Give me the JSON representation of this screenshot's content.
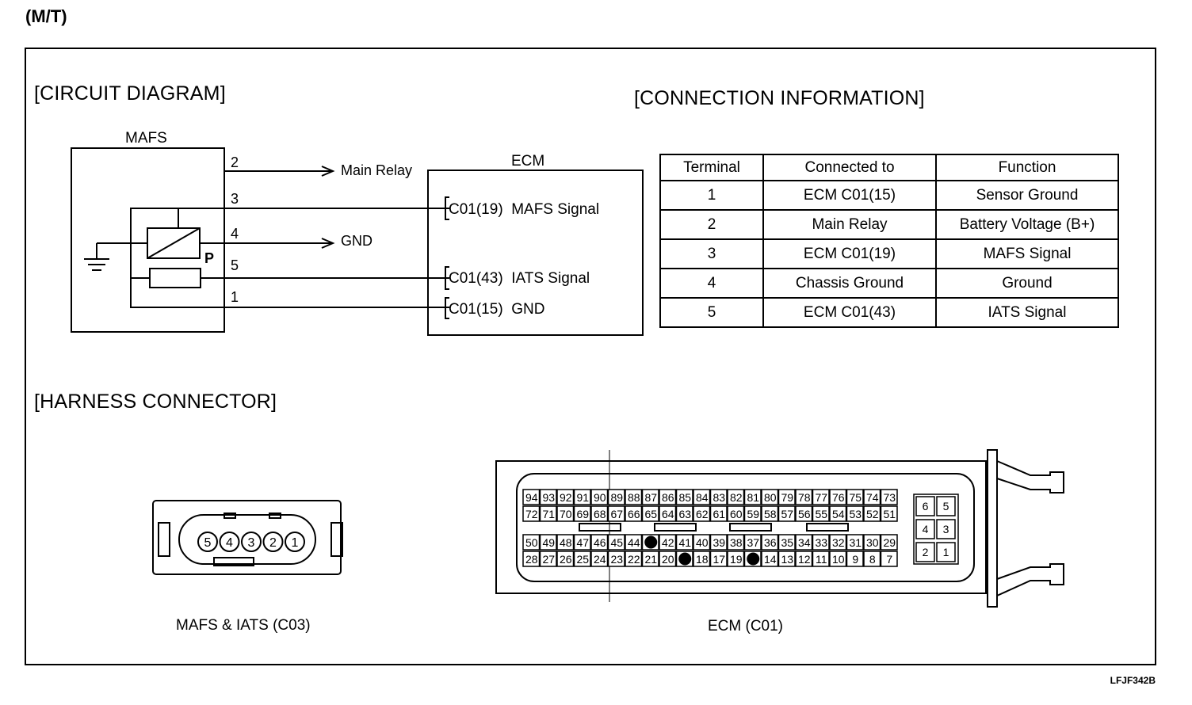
{
  "header": {
    "model_label": "(M/T)",
    "doc_code": "LFJF342B"
  },
  "sections": {
    "circuit": "[CIRCUIT DIAGRAM]",
    "connection": "[CONNECTION INFORMATION]",
    "harness": "[HARNESS CONNECTOR]"
  },
  "circuit": {
    "mafs_label": "MAFS",
    "ecm_label": "ECM",
    "pin_numbers": [
      "2",
      "3",
      "4",
      "5",
      "1"
    ],
    "p_label": "P",
    "main_relay": "Main Relay",
    "gnd": "GND",
    "ecm_pins": [
      "C01(19)  MAFS Signal",
      "C01(43)  IATS Signal",
      "C01(15)  GND"
    ]
  },
  "connection_table": {
    "headers": [
      "Terminal",
      "Connected to",
      "Function"
    ],
    "rows": [
      [
        "1",
        "ECM C01(15)",
        "Sensor Ground"
      ],
      [
        "2",
        "Main Relay",
        "Battery Voltage (B+)"
      ],
      [
        "3",
        "ECM C01(19)",
        "MAFS Signal"
      ],
      [
        "4",
        "Chassis Ground",
        "Ground"
      ],
      [
        "5",
        "ECM C01(43)",
        "IATS Signal"
      ]
    ]
  },
  "harness": {
    "c03_caption": "MAFS & IATS (C03)",
    "c01_caption": "ECM (C01)",
    "c03_pins": [
      "5",
      "4",
      "3",
      "2",
      "1"
    ],
    "ecm_rows": [
      [
        "94",
        "93",
        "92",
        "91",
        "90",
        "89",
        "88",
        "87",
        "86",
        "85",
        "84",
        "83",
        "82",
        "81",
        "80",
        "79",
        "78",
        "77",
        "76",
        "75",
        "74",
        "73"
      ],
      [
        "72",
        "71",
        "70",
        "69",
        "68",
        "67",
        "66",
        "65",
        "64",
        "63",
        "62",
        "61",
        "60",
        "59",
        "58",
        "57",
        "56",
        "55",
        "54",
        "53",
        "52",
        "51"
      ],
      [
        "50",
        "49",
        "48",
        "47",
        "46",
        "45",
        "44",
        "",
        "42",
        "41",
        "40",
        "39",
        "38",
        "37",
        "36",
        "35",
        "34",
        "33",
        "32",
        "31",
        "30",
        "29"
      ],
      [
        "28",
        "27",
        "26",
        "25",
        "24",
        "23",
        "22",
        "21",
        "20",
        "",
        "18",
        "17",
        "19",
        "",
        "14",
        "13",
        "12",
        "11",
        "10",
        "9",
        "8",
        "7"
      ]
    ],
    "ecm_aux": [
      [
        "6",
        "5"
      ],
      [
        "4",
        "3"
      ],
      [
        "2",
        "1"
      ]
    ]
  }
}
